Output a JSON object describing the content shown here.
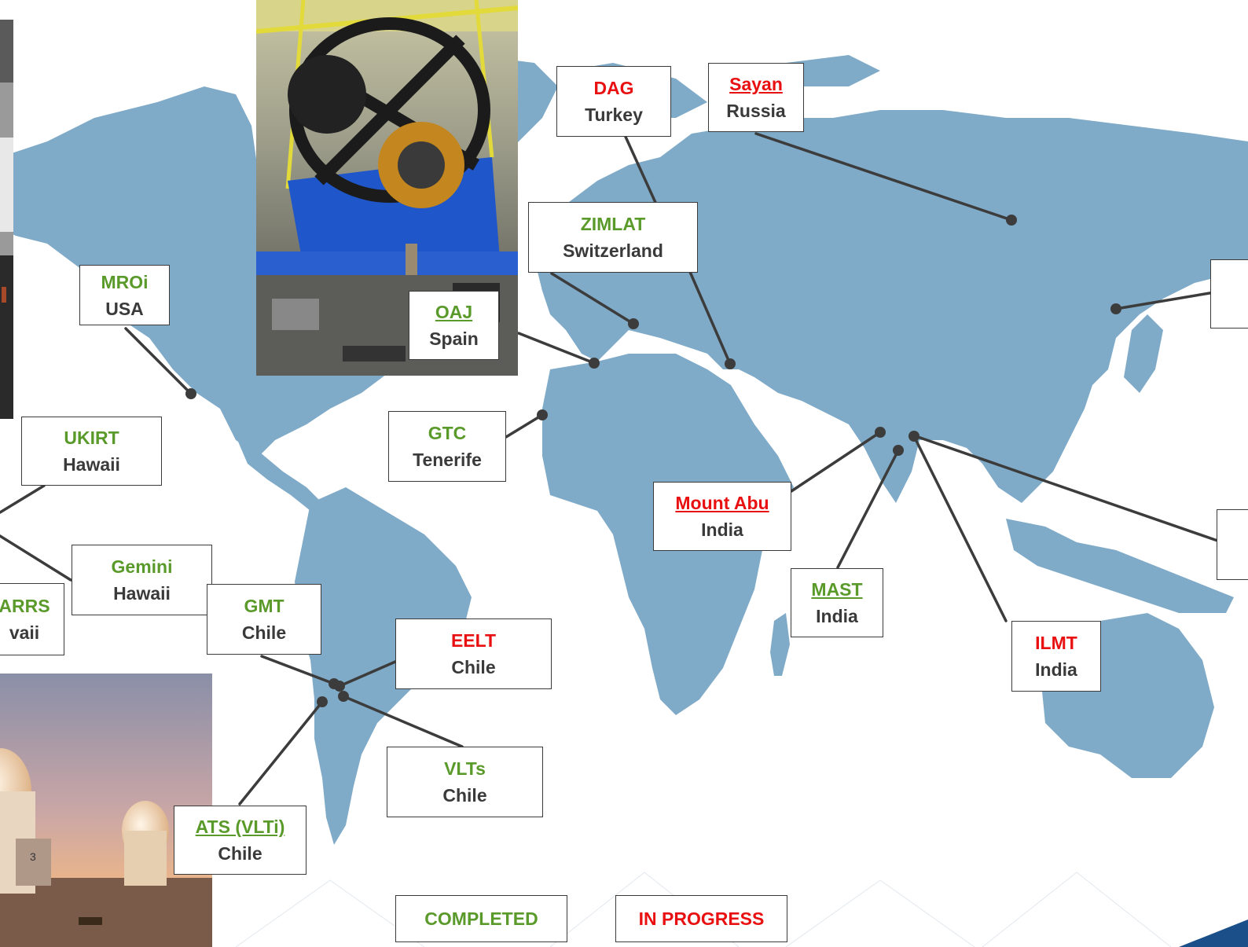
{
  "colors": {
    "land": "#80abc8",
    "completed": "#5a9a2a",
    "in_progress": "#e81010",
    "connector": "#3c3c3c",
    "place_text": "#3a3a3a"
  },
  "sites": [
    {
      "id": "dag",
      "name": "DAG",
      "place": "Turkey",
      "status": "in_progress",
      "underline": false
    },
    {
      "id": "sayan",
      "name": "Sayan",
      "place": "Russia",
      "status": "in_progress",
      "underline": true
    },
    {
      "id": "zimlat",
      "name": "ZIMLAT",
      "place": "Switzerland",
      "status": "completed",
      "underline": false
    },
    {
      "id": "mroi",
      "name": "MROi",
      "place": "USA",
      "status": "completed",
      "underline": false
    },
    {
      "id": "oaj",
      "name": "OAJ",
      "place": "Spain",
      "status": "completed",
      "underline": true
    },
    {
      "id": "gtc",
      "name": "GTC",
      "place": "Tenerife",
      "status": "completed",
      "underline": false
    },
    {
      "id": "ukirt",
      "name": "UKIRT",
      "place": "Hawaii",
      "status": "completed",
      "underline": false
    },
    {
      "id": "gemini",
      "name": "Gemini",
      "place": "Hawaii",
      "status": "completed",
      "underline": false
    },
    {
      "id": "starrs",
      "name": "ARRS",
      "place": "vaii",
      "status": "completed",
      "underline": false
    },
    {
      "id": "gmt",
      "name": "GMT",
      "place": "Chile",
      "status": "completed",
      "underline": false
    },
    {
      "id": "eelt",
      "name": "EELT",
      "place": "Chile",
      "status": "in_progress",
      "underline": false
    },
    {
      "id": "vlts",
      "name": "VLTs",
      "place": "Chile",
      "status": "completed",
      "underline": false
    },
    {
      "id": "ats",
      "name": "ATS (VLTi)",
      "place": "Chile",
      "status": "completed",
      "underline": true
    },
    {
      "id": "mountabu",
      "name": "Mount Abu",
      "place": "India",
      "status": "in_progress",
      "underline": true
    },
    {
      "id": "mast",
      "name": "MAST",
      "place": "India",
      "status": "completed",
      "underline": true
    },
    {
      "id": "ilmt",
      "name": "ILMT",
      "place": "India",
      "status": "in_progress",
      "underline": false
    }
  ],
  "legend": {
    "completed": "COMPLETED",
    "in_progress": "IN PROGRESS"
  },
  "photos": [
    {
      "id": "photo-telescope-lab",
      "subject": "telescope mount in assembly hall"
    },
    {
      "id": "photo-observatory-left",
      "subject": "instrument rack"
    },
    {
      "id": "photo-auxiliary-telescopes",
      "subject": "observatory domes at dusk"
    }
  ]
}
